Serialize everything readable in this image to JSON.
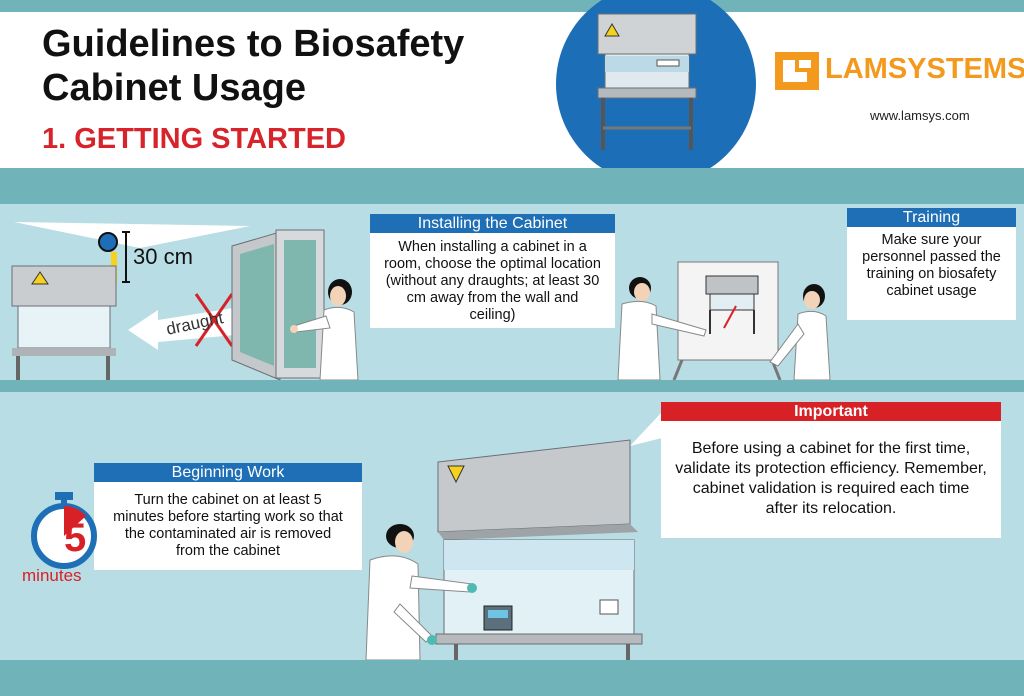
{
  "header": {
    "title_line1": "Guidelines to Biosafety",
    "title_line2": "Cabinet Usage",
    "subtitle": "1. GETTING STARTED"
  },
  "brand": {
    "name": "LAMSYSTEMS",
    "website": "www.lamsys.com",
    "color": "#f39a1e"
  },
  "installing": {
    "heading": "Installing the Cabinet",
    "text": "When installing a cabinet in a room, choose the optimal location (without any draughts; at least 30 cm away from the wall and ceiling)",
    "distance_label": "30 cm",
    "draught_label": "draught"
  },
  "training": {
    "heading": "Training",
    "text": "Make sure your personnel passed the training on biosafety cabinet usage"
  },
  "important": {
    "heading": "Important",
    "text": "Before using a cabinet for the first time, validate its protection efficiency. Remember, cabinet  validation is required each time after its relocation."
  },
  "beginning": {
    "heading": "Beginning Work",
    "text": "Turn the cabinet on at least 5 minutes before starting work so that the contaminated air is removed from the cabinet",
    "timer_value": "5",
    "timer_unit": "minutes"
  },
  "colors": {
    "accent_blue": "#1e6fb5",
    "important_red": "#d72127",
    "band_teal": "#70b4ba",
    "panel_light": "#b8dde4"
  }
}
